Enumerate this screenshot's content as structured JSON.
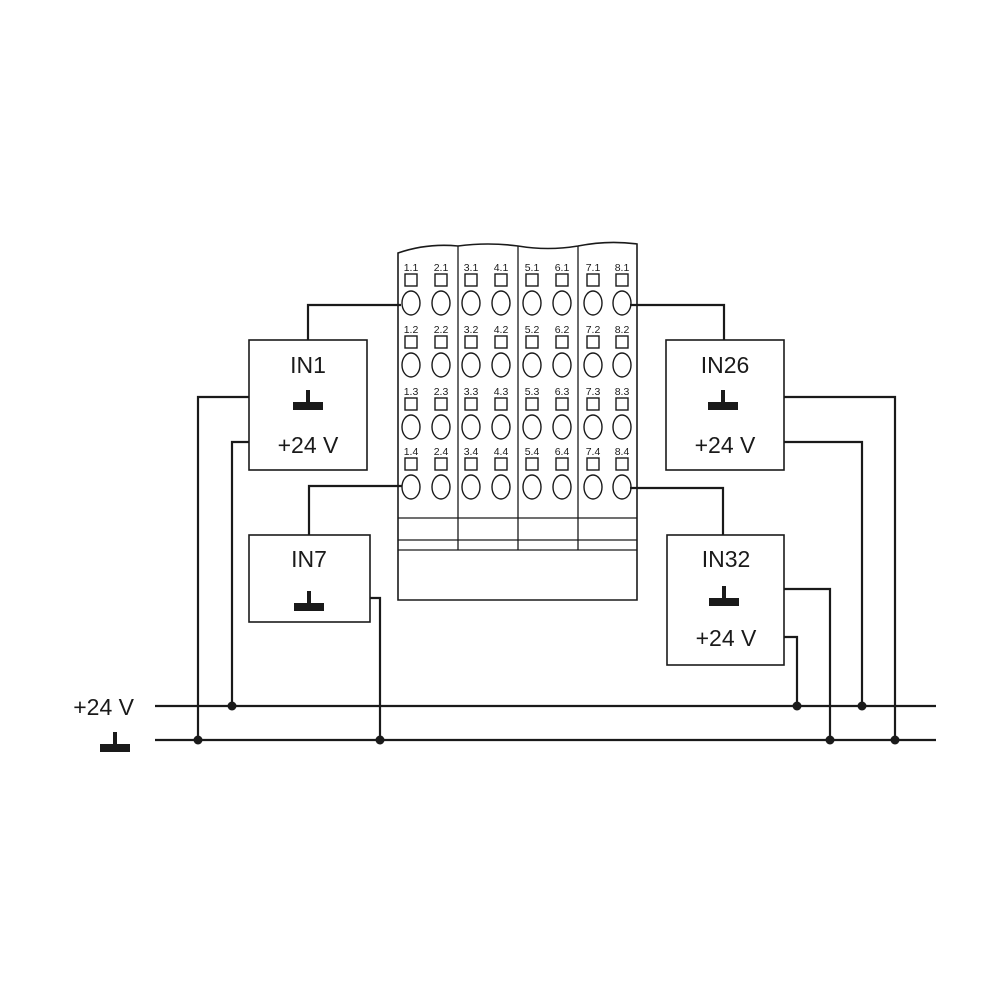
{
  "rails": {
    "supply_label": "+24 V",
    "ground_icon": "ground-symbol"
  },
  "terminal_block": {
    "columns": [
      [
        "1.1",
        "1.2",
        "1.3",
        "1.4"
      ],
      [
        "2.1",
        "2.2",
        "2.3",
        "2.4"
      ],
      [
        "3.1",
        "3.2",
        "3.3",
        "3.4"
      ],
      [
        "4.1",
        "4.2",
        "4.3",
        "4.4"
      ],
      [
        "5.1",
        "5.2",
        "5.3",
        "5.4"
      ],
      [
        "6.1",
        "6.2",
        "6.3",
        "6.4"
      ],
      [
        "7.1",
        "7.2",
        "7.3",
        "7.4"
      ],
      [
        "8.1",
        "8.2",
        "8.3",
        "8.4"
      ]
    ]
  },
  "devices": {
    "in1": {
      "name": "IN1",
      "supply": "+24 V",
      "ground_icon": "ground-symbol"
    },
    "in7": {
      "name": "IN7",
      "ground_icon": "ground-symbol"
    },
    "in26": {
      "name": "IN26",
      "supply": "+24 V",
      "ground_icon": "ground-symbol"
    },
    "in32": {
      "name": "IN32",
      "supply": "+24 V",
      "ground_icon": "ground-symbol"
    }
  },
  "colors": {
    "line": "#1a1a1a",
    "background": "#ffffff"
  }
}
